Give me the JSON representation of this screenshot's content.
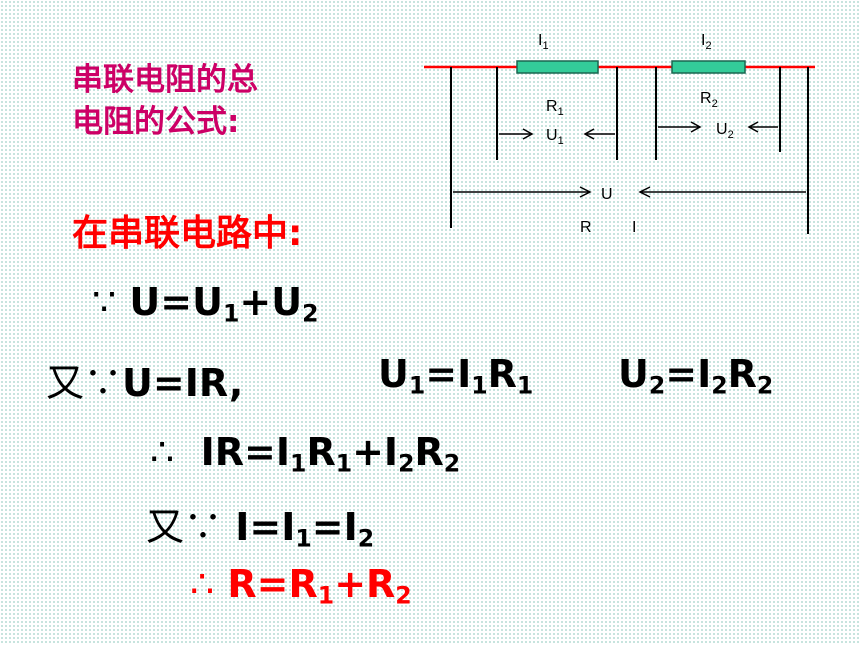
{
  "title_line1": "串联电阻的总",
  "title_line2": "电阻的公式:",
  "heading": "在串联电路中:",
  "eq1": {
    "because": "∵",
    "main": "U=U",
    "s1": "1",
    "plus": "+U",
    "s2": "2"
  },
  "eq2": {
    "you": "又",
    "because": "∵",
    "a": "U=IR,",
    "b": "U",
    "b1": "1",
    "c": "=I",
    "c1": "1",
    "d": "R",
    "d1": "1",
    "e": "U",
    "e1": "2",
    "f": "=I",
    "f1": "2",
    "g": "R",
    "g1": "2"
  },
  "eq3": {
    "therefore": "∴",
    "a": "IR=I",
    "a1": "1",
    "b": "R",
    "b1": "1",
    "c": "+I",
    "c1": "2",
    "d": "R",
    "d1": "2"
  },
  "eq4": {
    "you": "又",
    "because": "∵",
    "a": "I=I",
    "a1": "1",
    "b": "=I",
    "b1": "2"
  },
  "eq5": {
    "therefore": "∴",
    "a": "R=R",
    "a1": "1",
    "b": "+R",
    "b1": "2"
  },
  "circuit": {
    "i1": "I",
    "i1_sub": "1",
    "i2": "I",
    "i2_sub": "2",
    "r1": "R",
    "r1_sub": "1",
    "u1": "U",
    "u1_sub": "1",
    "r2": "R",
    "r2_sub": "2",
    "u2": "U",
    "u2_sub": "2",
    "u": "U",
    "r": "R",
    "i": "I"
  },
  "colors": {
    "title": "#cc0066",
    "heading": "#ff0000",
    "wire": "#ff0000",
    "resistor": "#33cc99"
  }
}
